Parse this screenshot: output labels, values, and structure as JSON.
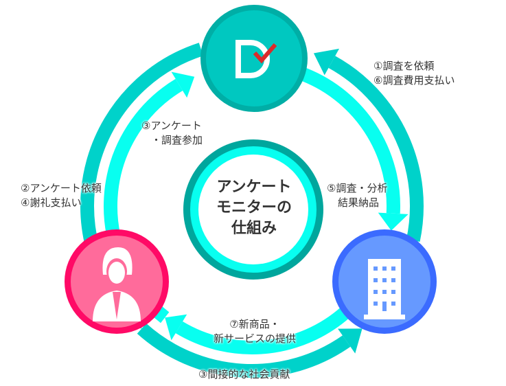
{
  "title": [
    "アンケート",
    "モニターの",
    "仕組み"
  ],
  "nodes": {
    "top": {
      "icon": "logo-d-check-icon",
      "color": "#00c8c0",
      "ring": "#00aea6"
    },
    "left": {
      "icon": "woman-user-icon",
      "color": "#ff6b9b",
      "ring": "#ff0a66"
    },
    "right": {
      "icon": "office-building-icon",
      "color": "#6699ff",
      "ring": "#3b6bff"
    }
  },
  "labels": {
    "request": [
      "①調査を依頼",
      "⑥調査費用支払い"
    ],
    "participate": [
      "③アンケート",
      "・調査参加"
    ],
    "survey_request": [
      "②アンケート依頼",
      "④謝礼支払い"
    ],
    "deliver": [
      "⑤調査・分析",
      "結果納品"
    ],
    "products": [
      "⑦新商品・",
      "新サービスの提供"
    ],
    "contribution": "③間接的な社会貢献"
  },
  "colors": {
    "outer_arrow": "#00d2ca",
    "inner_arrow": "#08fff0",
    "center_outer": "#00a69d"
  }
}
